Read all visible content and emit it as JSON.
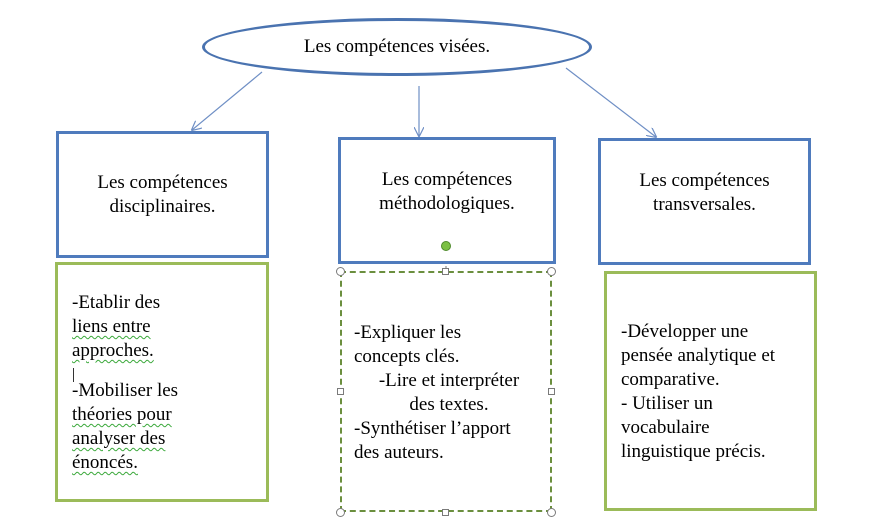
{
  "root": {
    "label": "Les compétences visées."
  },
  "categories": [
    {
      "label_line1": "Les compétences",
      "label_line2": "disciplinaires."
    },
    {
      "label_line1": "Les compétences",
      "label_line2": "méthodologiques."
    },
    {
      "label_line1": "Les compétences",
      "label_line2": "transversales."
    }
  ],
  "lists": {
    "disciplinaires": {
      "lines": [
        "-Etablir des",
        "liens entre",
        "approches.",
        "-Mobiliser les",
        "théories pour",
        "analyser des",
        "énoncés."
      ]
    },
    "methodologiques": {
      "lines": [
        "-Expliquer les",
        "concepts clés.",
        "-Lire et  interpréter",
        "des textes.",
        "-Synthétiser l’apport",
        "des auteurs."
      ]
    },
    "transversales": {
      "lines": [
        "-Développer une",
        "pensée analytique et",
        "comparative.",
        "- Utiliser un",
        "vocabulaire",
        "linguistique précis."
      ]
    }
  },
  "colors": {
    "ellipse_border": "#4a73b0",
    "category_border": "#4f7bbd",
    "list_border": "#9bbb59",
    "arrow": "#6f8fc5",
    "rotation_handle": "#7bc043"
  }
}
